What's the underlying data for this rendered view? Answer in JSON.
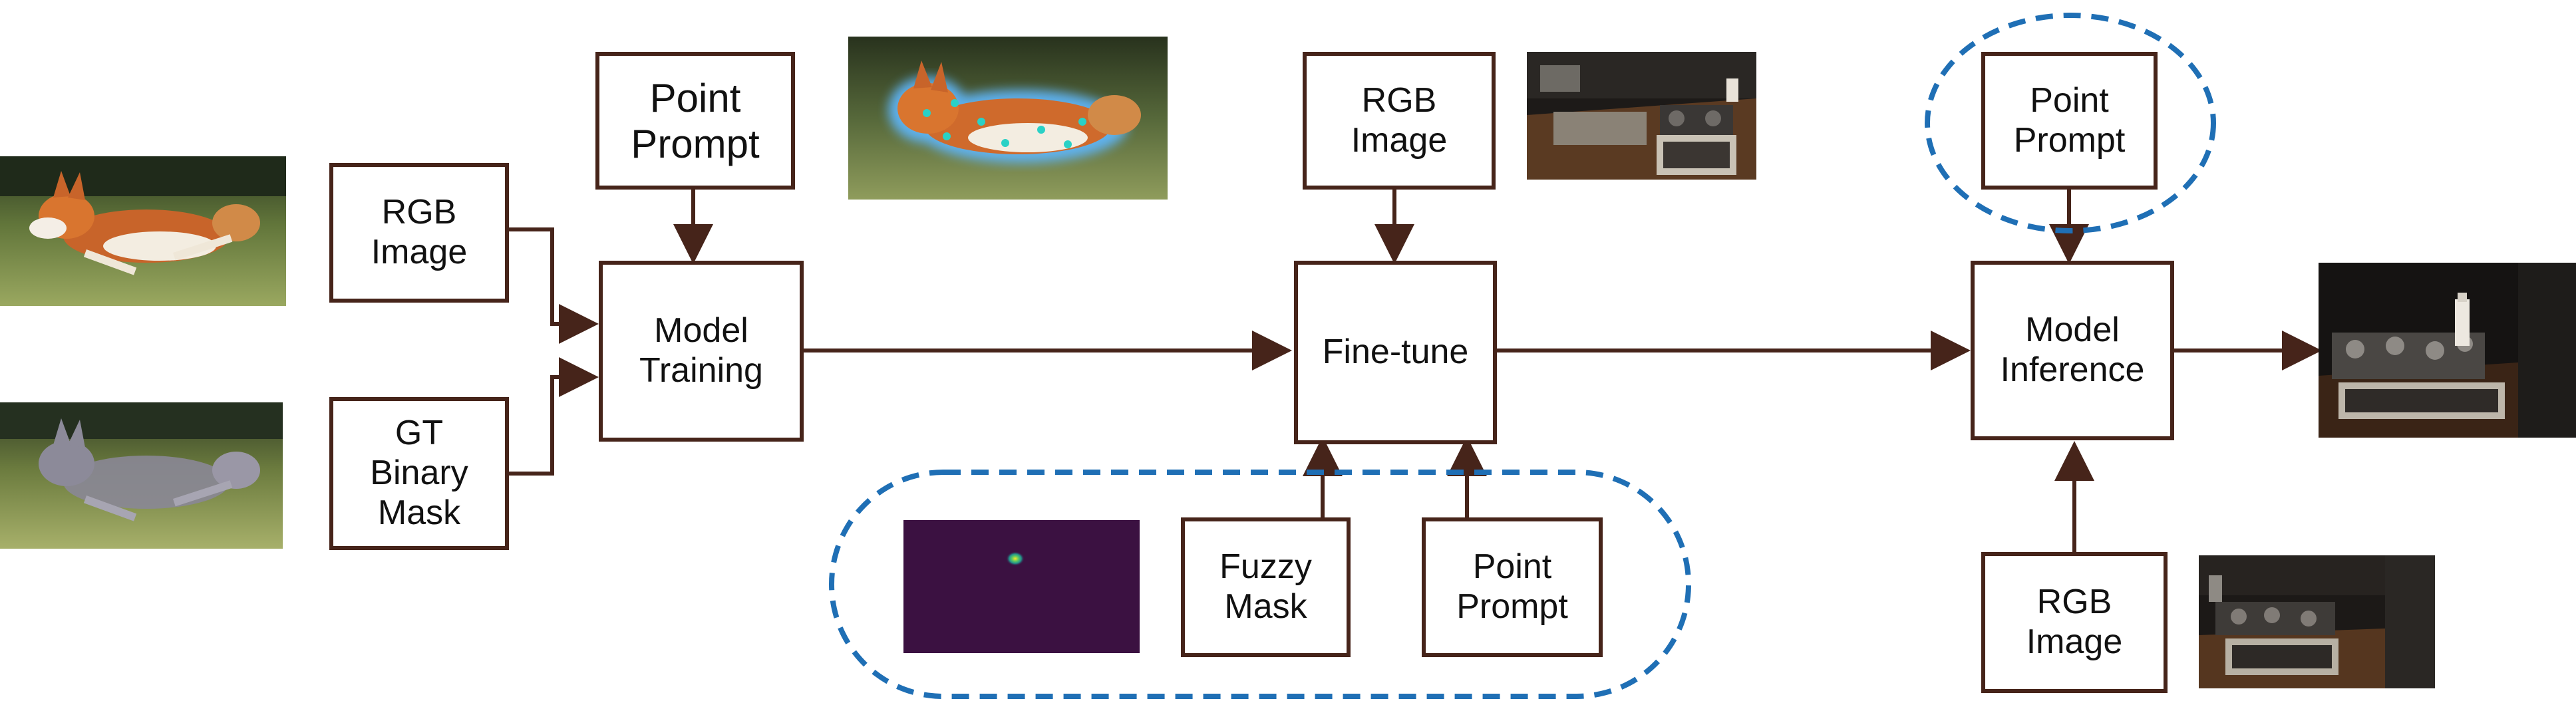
{
  "diagram": {
    "stages": {
      "training": {
        "inputs": {
          "rgb": [
            "RGB",
            "Image"
          ],
          "gt": [
            "GT",
            "Binary",
            "Mask"
          ],
          "point": [
            "Point",
            "Prompt"
          ]
        },
        "node": [
          "Model",
          "Training"
        ]
      },
      "finetune": {
        "inputs": {
          "rgb": [
            "RGB",
            "Image"
          ],
          "fuzzy": [
            "Fuzzy",
            "Mask"
          ],
          "point": [
            "Point",
            "Prompt"
          ]
        },
        "node": [
          "Fine-tune"
        ]
      },
      "inference": {
        "inputs": {
          "point": [
            "Point",
            "Prompt"
          ],
          "rgb": [
            "RGB",
            "Image"
          ]
        },
        "node": [
          "Model",
          "Inference"
        ]
      }
    },
    "images": {
      "corgi_photo": "corgi-running-photo",
      "corgi_gt_mask": "corgi-gt-mask-photo",
      "corgi_points": "corgi-point-prompt-photo",
      "kitchen_finetune": "kitchen-photo",
      "fuzzy_heatmap": "fuzzy-mask-heatmap",
      "kitchen_input": "kitchen-photo",
      "kitchen_output": "kitchen-output-photo"
    },
    "colors": {
      "arrow": "#46241a",
      "dashed_group": "#1f6fb5",
      "heatmap_bg": "#3b1141"
    }
  }
}
